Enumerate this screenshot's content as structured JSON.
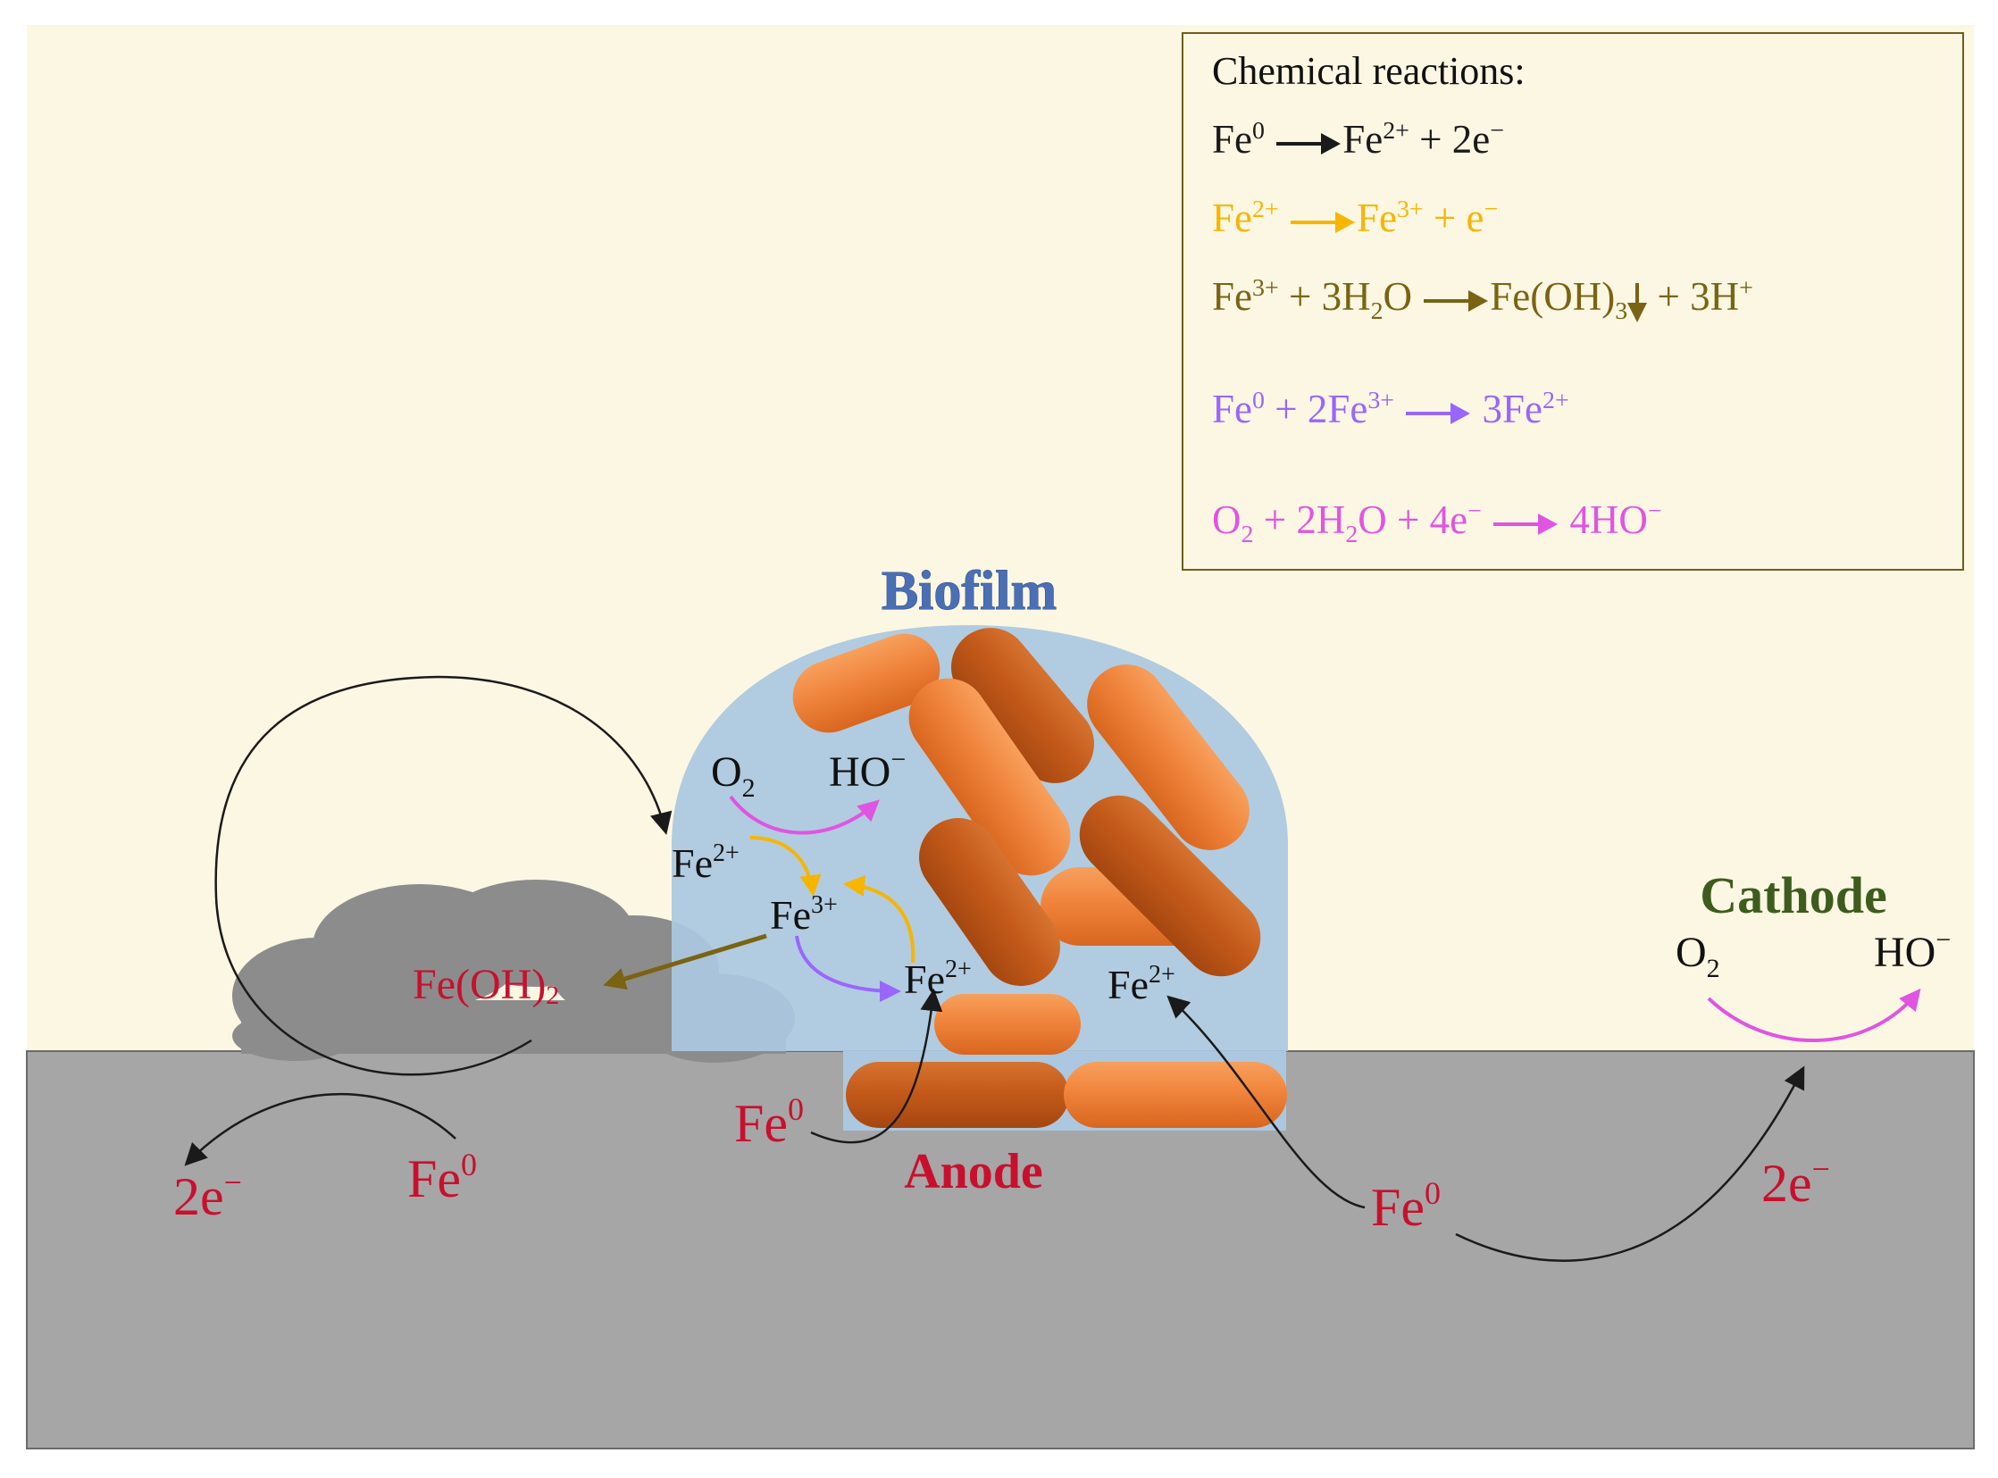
{
  "colors": {
    "background": "#fcf7e3",
    "metal": "#a6a6a6",
    "biofilm": "#abc8e0",
    "bacteria_light": "#f0843c",
    "bacteria_dark": "#c45a1a",
    "corrosion_product": "#8c8c8c",
    "black_reaction": "#1a1a1a",
    "yellow_reaction": "#f7b500",
    "brown_reaction": "#7a6312",
    "purple_reaction": "#9966ff",
    "magenta_reaction": "#e055e0",
    "red_label": "#c8102e",
    "blue_label": "#4a6fb5",
    "green_label": "#3d5c1e"
  },
  "legend": {
    "title": "Chemical reactions:",
    "reactions": [
      {
        "left": "Fe",
        "left_sup": "0",
        "right": "Fe",
        "right_sup": "2+",
        "right_tail": " + 2e",
        "right_tail_sup": "−",
        "color": "black"
      },
      {
        "left": "Fe",
        "left_sup": "2+",
        "right": "Fe",
        "right_sup": "3+",
        "right_tail": " + e",
        "right_tail_sup": "−",
        "color": "yellow"
      },
      {
        "text_a": "Fe",
        "sup_a": "3+",
        "text_b": " + 3H",
        "sub_b": "2",
        "text_c": "O",
        "right_a": "Fe(OH)",
        "right_sub": "3",
        "right_b": " + 3H",
        "right_sup": "+",
        "color": "brown"
      },
      {
        "text_a": "Fe",
        "sup_a": "0",
        "text_b": " + 2Fe",
        "sup_b": "3+",
        "right_a": "3Fe",
        "right_sup": "2+",
        "color": "purple"
      },
      {
        "text_a": "O",
        "sub_a": "2",
        "text_b": " + 2H",
        "sub_b": "2",
        "text_c": "O + 4e",
        "sup_c": "−",
        "right_a": "4HO",
        "right_sup": "−",
        "color": "magenta"
      }
    ]
  },
  "labels": {
    "biofilm": "Biofilm",
    "anode": "Anode",
    "cathode": "Cathode",
    "o2_biofilm": "O",
    "o2_biofilm_sub": "2",
    "ho_biofilm": "HO",
    "ho_biofilm_sup": "−",
    "fe2_upper": "Fe",
    "fe2_upper_sup": "2+",
    "fe3_mid": "Fe",
    "fe3_mid_sup": "3+",
    "fe2_lower": "Fe",
    "fe2_lower_sup": "2+",
    "fe2_right": "Fe",
    "fe2_right_sup": "2+",
    "feoh2": "Fe(OH)",
    "feoh2_sub": "2",
    "fe0_left": "Fe",
    "fe0_left_sup": "0",
    "electrons_left": "2e",
    "electrons_left_sup": "−",
    "fe0_center": "Fe",
    "fe0_center_sup": "0",
    "fe0_right": "Fe",
    "fe0_right_sup": "0",
    "electrons_right": "2e",
    "electrons_right_sup": "−",
    "o2_cathode": "O",
    "o2_cathode_sub": "2",
    "ho_cathode": "HO",
    "ho_cathode_sup": "−"
  }
}
